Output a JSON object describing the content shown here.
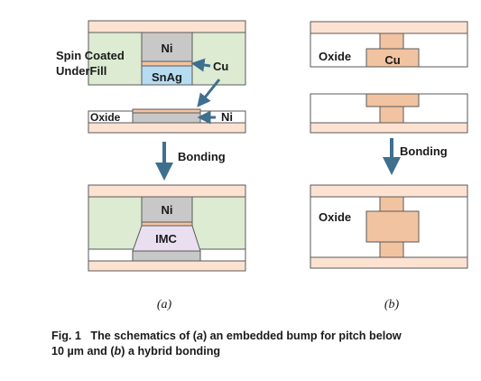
{
  "diagram": {
    "panel_a": {
      "layers": {
        "ni": "Ni",
        "cu": "Cu",
        "snag": "SnAg",
        "underfill": "Spin Coated\nUnderFill",
        "oxide": "Oxide",
        "ni_right": "Ni",
        "imc": "IMC"
      },
      "step_label": "Bonding",
      "sub_caption": "(a)"
    },
    "panel_b": {
      "layers": {
        "oxide_top": "Oxide",
        "cu": "Cu",
        "oxide_bottom": "Oxide"
      },
      "step_label": "Bonding",
      "sub_caption": "(b)"
    },
    "colors": {
      "substrate": "#fde2d2",
      "underfill": "#dcebd1",
      "ni": "#c8c8c8",
      "snag": "#b6dcf2",
      "imc": "#eadff0",
      "cu": "#f2c3a0",
      "arrow": "#3f6f8f",
      "outline": "#5a5a5a"
    }
  },
  "caption": {
    "fig_label": "Fig. 1",
    "text_1": "The schematics of (",
    "a_letter": "a",
    "text_2": ") an embedded bump for pitch below",
    "text_3": "10 µm and (",
    "b_letter": "b",
    "text_4": ") a hybrid bonding"
  }
}
